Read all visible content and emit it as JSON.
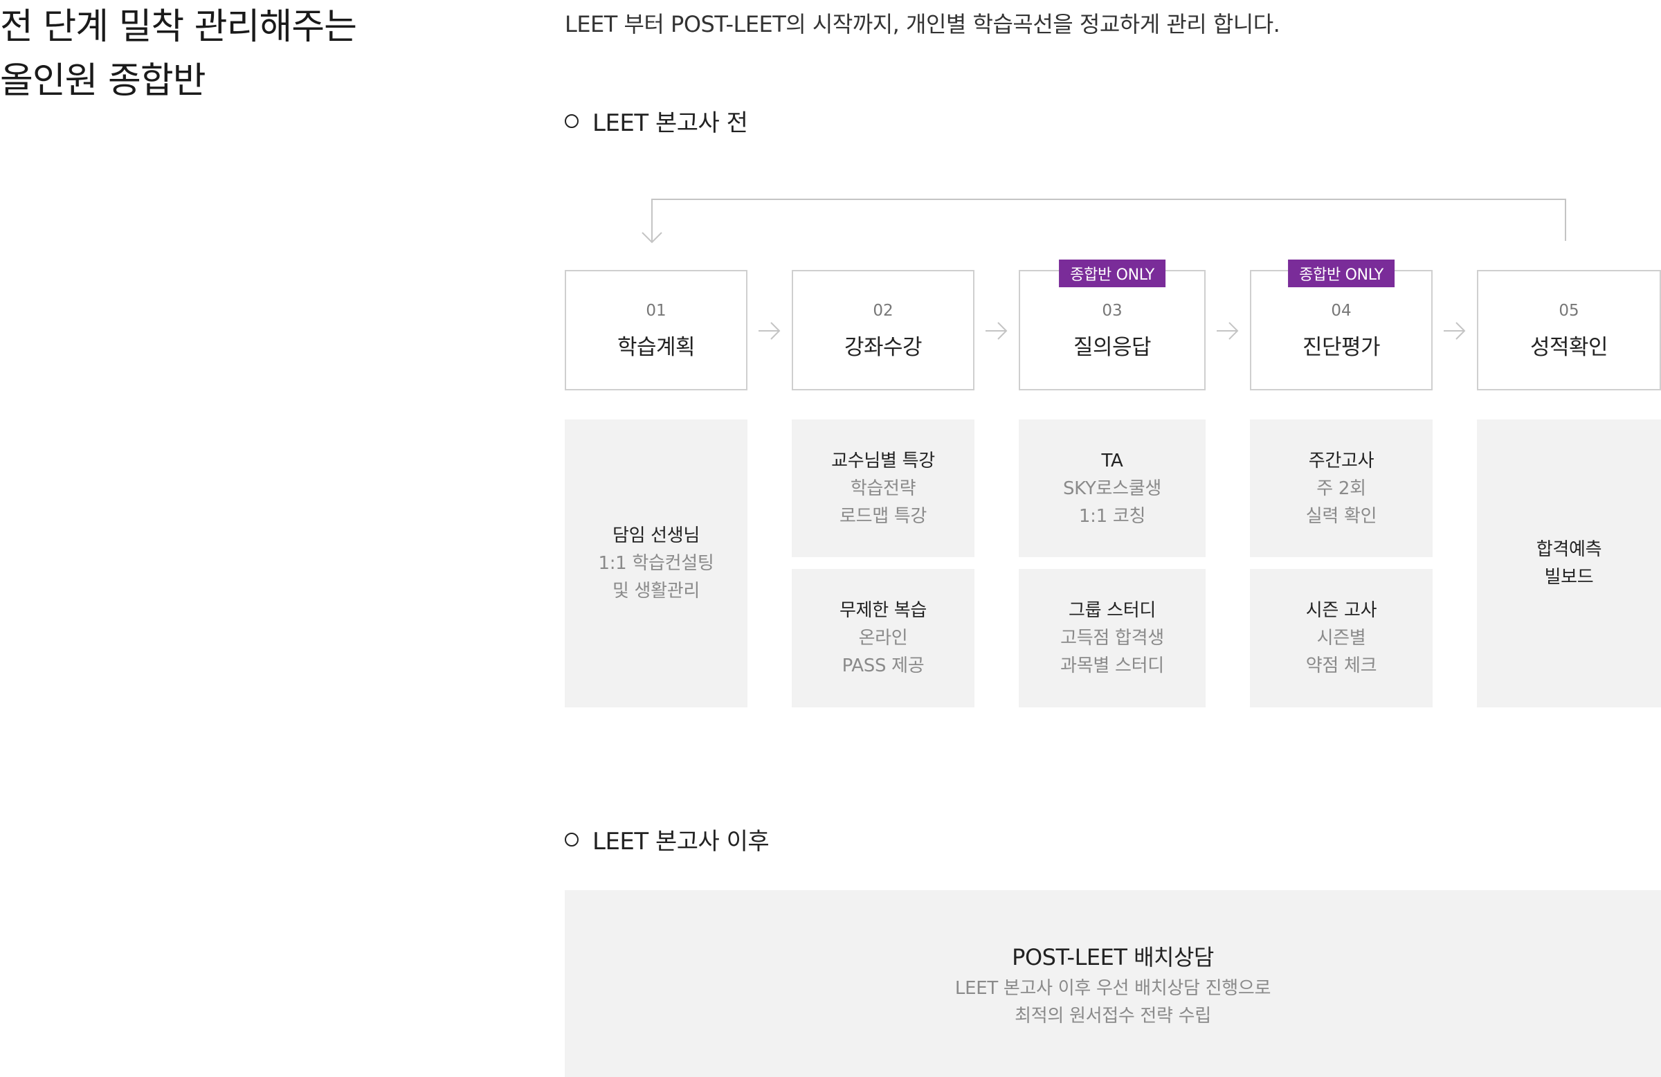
{
  "heading": {
    "line1": "전 단계 밀착 관리해주는",
    "line2": "올인원 종합반"
  },
  "intro": "LEET 부터 POST-LEET의 시작까지, 개인별 학습곡선을 정교하게 관리 합니다.",
  "section_before": {
    "title": "LEET 본고사 전",
    "steps": [
      {
        "num": "01",
        "name": "학습계획",
        "badge": ""
      },
      {
        "num": "02",
        "name": "강좌수강",
        "badge": ""
      },
      {
        "num": "03",
        "name": "질의응답",
        "badge": "종합반 ONLY"
      },
      {
        "num": "04",
        "name": "진단평가",
        "badge": "종합반 ONLY"
      },
      {
        "num": "05",
        "name": "성적확인",
        "badge": ""
      }
    ],
    "details": [
      [
        {
          "title": "담임 선생님",
          "desc1": "1:1 학습컨설팅",
          "desc2": "및 생활관리"
        }
      ],
      [
        {
          "title": "교수님별 특강",
          "desc1": "학습전략",
          "desc2": "로드맵 특강"
        },
        {
          "title": "무제한 복습",
          "desc1": "온라인",
          "desc2": "PASS 제공"
        }
      ],
      [
        {
          "title": "TA",
          "desc1": "SKY로스쿨생",
          "desc2": "1:1 코칭"
        },
        {
          "title": "그룹 스터디",
          "desc1": "고득점 합격생",
          "desc2": "과목별 스터디"
        }
      ],
      [
        {
          "title": "주간고사",
          "desc1": "주 2회",
          "desc2": "실력 확인"
        },
        {
          "title": "시즌 고사",
          "desc1": "시즌별",
          "desc2": "약점 체크"
        }
      ],
      [
        {
          "title": "합격예측",
          "desc1": "빌보드",
          "desc2": ""
        }
      ]
    ]
  },
  "section_after": {
    "title": "LEET 본고사 이후",
    "post_title": "POST-LEET 배치상담",
    "post_desc1": "LEET 본고사 이후 우선 배치상담 진행으로",
    "post_desc2": "최적의 원서접수 전략 수립"
  },
  "colors": {
    "badge": "#7a2c99",
    "box_bg": "#f2f2f2",
    "border": "#cfcfcf"
  },
  "icons": [
    "circle-bullet-icon",
    "arrow-right-icon",
    "arrow-down-icon"
  ]
}
